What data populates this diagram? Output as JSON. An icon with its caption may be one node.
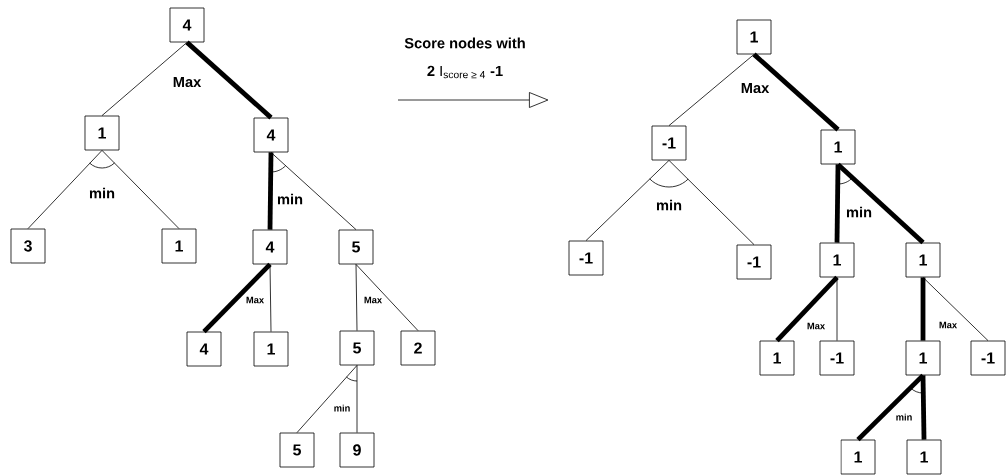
{
  "diagram": {
    "nodes": [
      {
        "text": [
          "4"
        ]
      },
      {
        "text": [
          "1"
        ]
      },
      {
        "text": [
          "4"
        ]
      },
      {
        "text": [
          "3"
        ]
      },
      {
        "text": [
          "1"
        ]
      },
      {
        "text": [
          "4"
        ]
      },
      {
        "text": [
          "5"
        ]
      },
      {
        "text": [
          "4"
        ]
      },
      {
        "text": [
          "1"
        ]
      },
      {
        "text": [
          "5"
        ]
      },
      {
        "text": [
          "2"
        ]
      },
      {
        "text": [
          "5"
        ]
      },
      {
        "text": [
          "9"
        ]
      },
      {
        "text": [
          "1"
        ]
      },
      {
        "text": [
          "-1"
        ]
      },
      {
        "text": [
          "1"
        ]
      },
      {
        "text": [
          "-1"
        ]
      },
      {
        "text": [
          "-1"
        ]
      },
      {
        "text": [
          "1"
        ]
      },
      {
        "text": [
          "1"
        ]
      },
      {
        "text": [
          "1"
        ]
      },
      {
        "text": [
          "-1"
        ]
      },
      {
        "text": [
          "1"
        ]
      },
      {
        "text": [
          "-1"
        ]
      },
      {
        "text": [
          "1"
        ]
      },
      {
        "text": [
          "1"
        ]
      }
    ],
    "edges": [
      {
        "from": 0,
        "to": 1,
        "arrow": "none"
      },
      {
        "from": 0,
        "to": 2,
        "arrow": "none",
        "style": "thick"
      },
      {
        "from": 1,
        "to": 3,
        "arrow": "none"
      },
      {
        "from": 1,
        "to": 4,
        "arrow": "none"
      },
      {
        "from": 2,
        "to": 5,
        "arrow": "none",
        "style": "thick"
      },
      {
        "from": 2,
        "to": 6,
        "arrow": "none"
      },
      {
        "from": 5,
        "to": 7,
        "arrow": "none",
        "style": "thick"
      },
      {
        "from": 5,
        "to": 8,
        "arrow": "none"
      },
      {
        "from": 6,
        "to": 9,
        "arrow": "none"
      },
      {
        "from": 6,
        "to": 10,
        "arrow": "none"
      },
      {
        "from": 9,
        "to": 11,
        "arrow": "none"
      },
      {
        "from": 9,
        "to": 12,
        "arrow": "none"
      },
      {
        "from": 13,
        "to": 14,
        "arrow": "none"
      },
      {
        "from": 13,
        "to": 15,
        "arrow": "none",
        "style": "thick"
      },
      {
        "from": 14,
        "to": 16,
        "arrow": "none"
      },
      {
        "from": 14,
        "to": 17,
        "arrow": "none"
      },
      {
        "from": 15,
        "to": 18,
        "arrow": "none",
        "style": "thick"
      },
      {
        "from": 15,
        "to": 19,
        "arrow": "none",
        "style": "thick"
      },
      {
        "from": 18,
        "to": 20,
        "arrow": "none",
        "style": "thick"
      },
      {
        "from": 18,
        "to": 21,
        "arrow": "none"
      },
      {
        "from": 19,
        "to": 22,
        "arrow": "none",
        "style": "thick"
      },
      {
        "from": 19,
        "to": 23,
        "arrow": "none"
      },
      {
        "from": 22,
        "to": 24,
        "arrow": "none",
        "style": "thick"
      },
      {
        "from": 22,
        "to": 25,
        "arrow": "none",
        "style": "thick"
      }
    ],
    "labels": [
      "Score nodes with",
      "**2** I$_{score ≥ 4}$ **-1**",
      "Max",
      "min",
      "min",
      "Max",
      "Max",
      "min",
      "Max",
      "min",
      "min",
      "Max",
      "Max",
      "min"
    ]
  }
}
